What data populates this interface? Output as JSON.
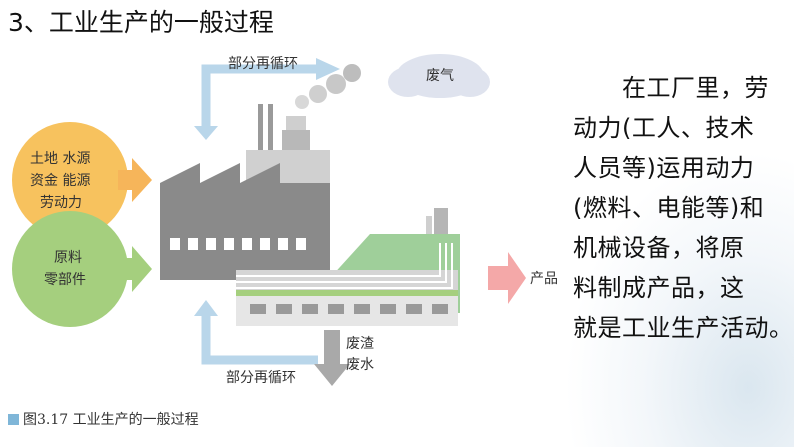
{
  "title": "3、工业生产的一般过程",
  "diagram": {
    "recycle_top_label": "部分再循环",
    "recycle_bottom_label": "部分再循环",
    "exhaust_label": "废气",
    "inputs_line1": "土地   水源",
    "inputs_line2": "资金   能源",
    "inputs_line3": "劳动力",
    "materials_line1": "原料",
    "materials_line2": "零部件",
    "waste_line1": "废渣",
    "waste_line2": "废水",
    "product_label": "产品"
  },
  "caption": "图3.17   工业生产的一般过程",
  "side_text": [
    "　　在工厂里，劳",
    "动力(工人、技术",
    "人员等)运用动力",
    "(燃料、电能等)和",
    "机械设备，将原",
    "料制成产品，这",
    "就是工业生产活动。"
  ],
  "colors": {
    "factory_gray": "#8a8a8a",
    "factory_light": "#d0d0d0",
    "green_building": "#9fcf9a",
    "inputs_circle": "#f7c25e",
    "materials_circle": "#a5cf7e",
    "arrow_blue": "#b9d6ea",
    "arrow_orange": "#f6b55a",
    "arrow_pink": "#f4a8a8",
    "arrow_gray": "#a9a9a9"
  }
}
